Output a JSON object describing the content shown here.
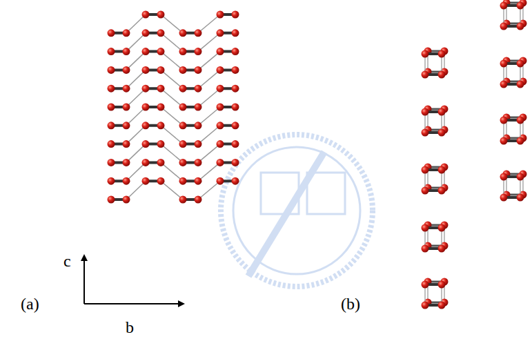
{
  "diagram": {
    "labels": [
      "(a)",
      "c",
      "b",
      "(b)"
    ]
  }
}
